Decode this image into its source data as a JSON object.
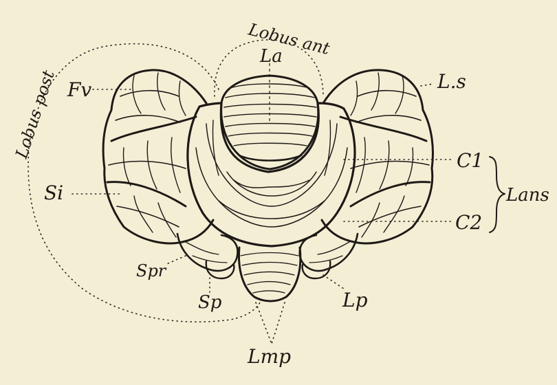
{
  "labels": {
    "lobus_anterior": "Lobus ant",
    "lobus_posterior": "Lobus post",
    "la": "La",
    "ls": "L.s",
    "fv": "Fv",
    "si": "Si",
    "c1": "C1",
    "c2": "C2",
    "lans": "Lans",
    "spr": "Spr",
    "sp": "Sp",
    "lp": "Lp",
    "lmp": "Lmp"
  },
  "colors": {
    "paper": "#f4eed5",
    "ink": "#1d1a16"
  }
}
